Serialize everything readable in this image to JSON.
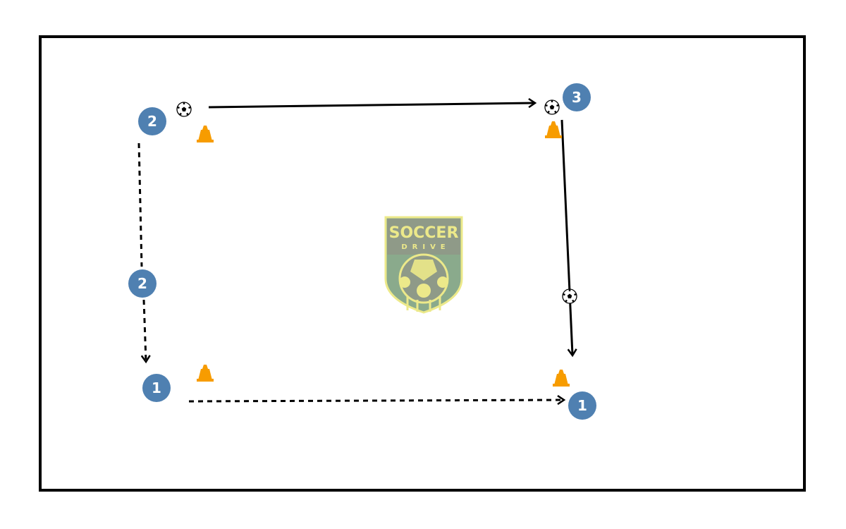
{
  "colors": {
    "player": "#4f80b1",
    "cone": "#f79c00",
    "line": "#000000",
    "field_border": "#000000",
    "logo_fill": "#8aaa8c",
    "logo_outline": "#ece98a"
  },
  "players": [
    {
      "label": "2"
    },
    {
      "label": "3"
    },
    {
      "label": "2"
    },
    {
      "label": "1"
    },
    {
      "label": "1"
    }
  ],
  "logo": {
    "line1": "SOCCER",
    "line2": "DRIVE"
  }
}
